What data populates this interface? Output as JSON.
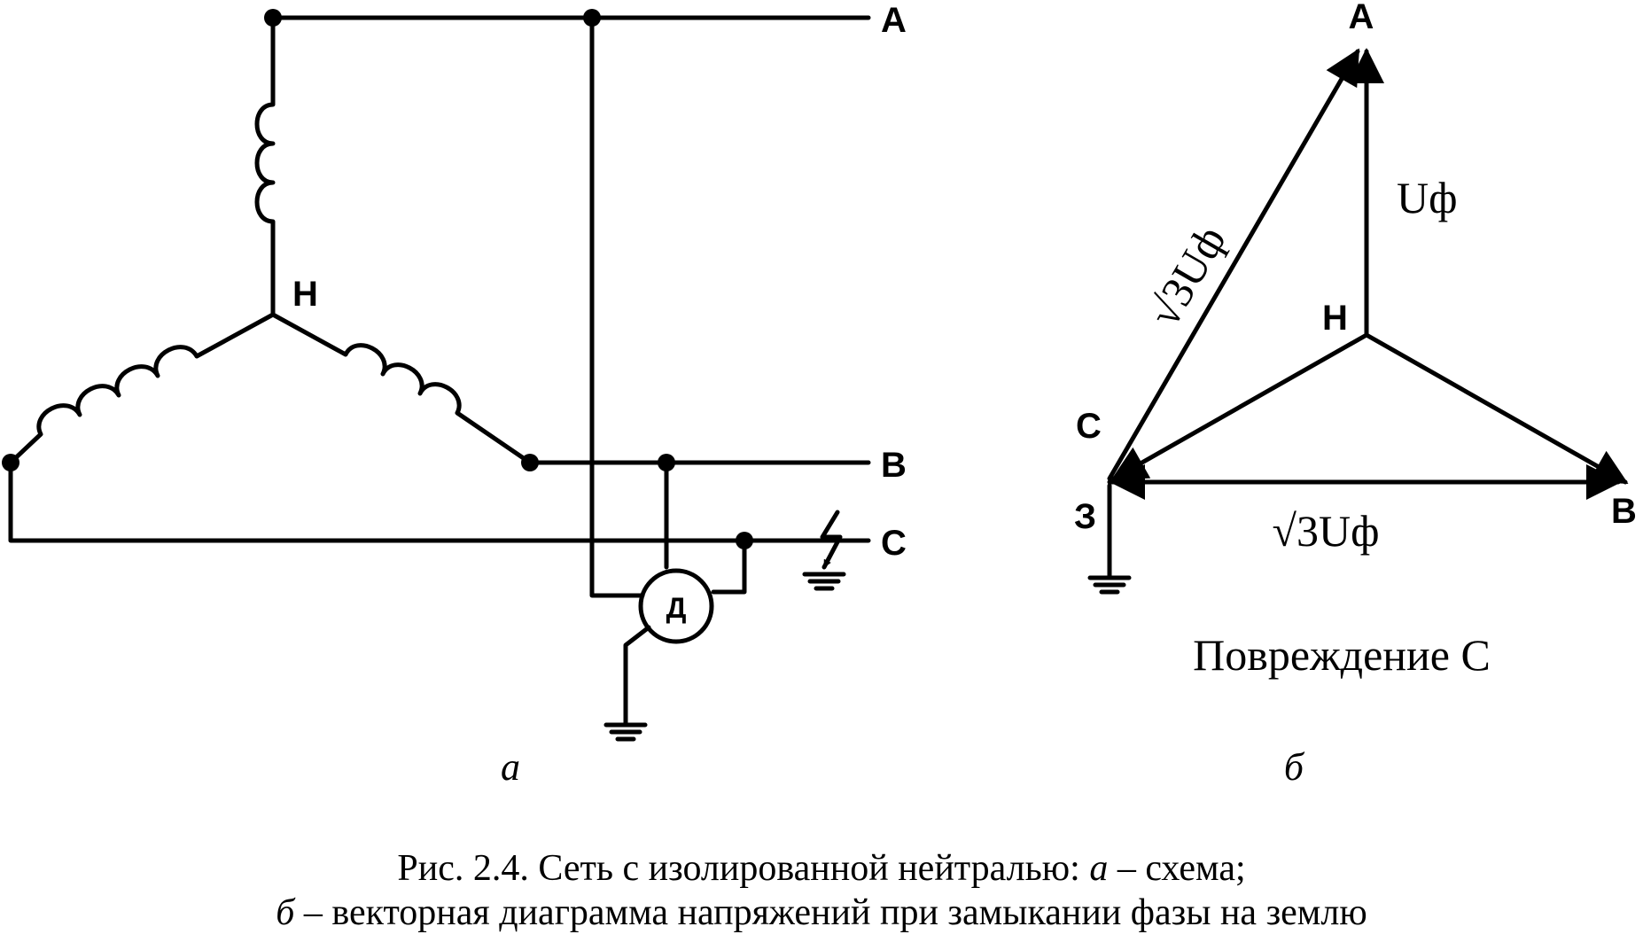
{
  "scheme": {
    "phase_a": "A",
    "phase_b": "B",
    "phase_c": "C",
    "neutral": "Н",
    "device": "Д",
    "panel_label": "а"
  },
  "vector_diagram": {
    "vertex_a": "A",
    "vertex_b": "B",
    "vertex_c": "C",
    "neutral": "Н",
    "ground": "З",
    "phase_voltage": "Uф",
    "line_voltage_ca": "√3Uф",
    "line_voltage_cb": "√3Uф",
    "title": "Повреждение С",
    "panel_label": "б"
  },
  "caption": {
    "line1_prefix": "Рис. 2.4. Сеть с изолированной нейтралью: ",
    "line1_italic": "а",
    "line1_suffix": " – схема;",
    "line2_italic": "б",
    "line2_suffix": " – векторная диаграмма напряжений при замыкании фазы на землю"
  },
  "colors": {
    "ink": "#000000",
    "background": "#ffffff"
  }
}
